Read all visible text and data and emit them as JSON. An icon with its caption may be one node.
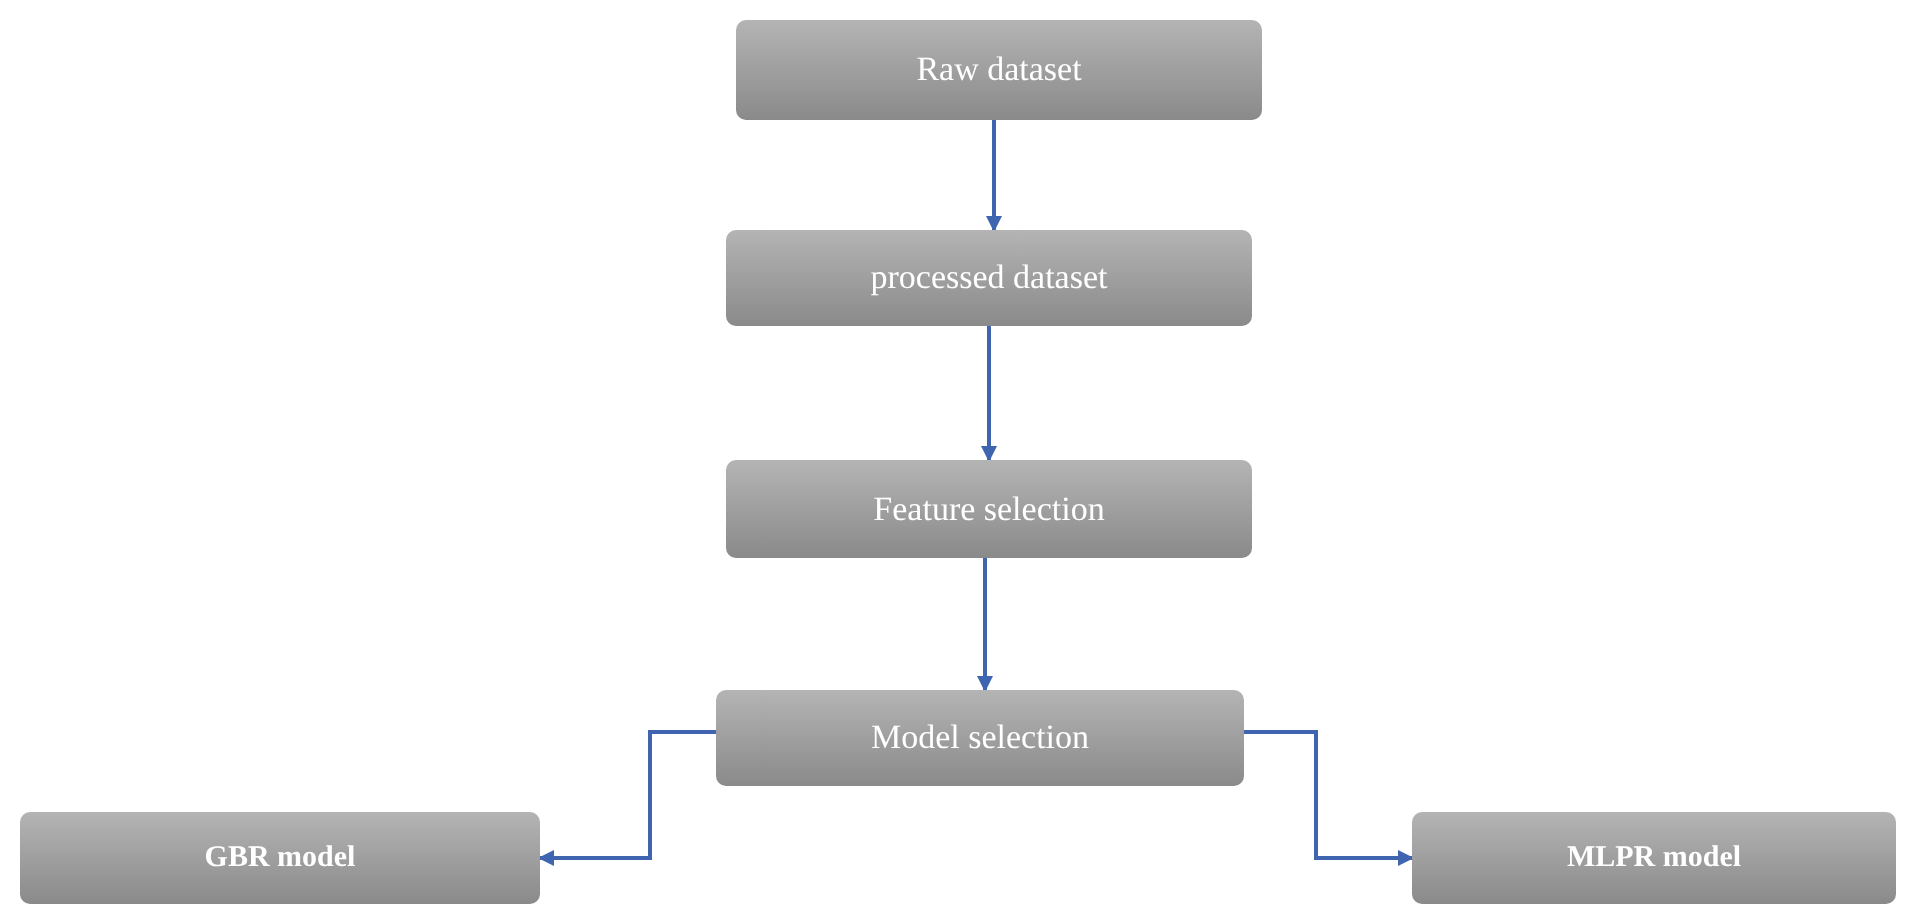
{
  "diagram": {
    "nodes": [
      {
        "text": [
          "Raw dataset"
        ]
      },
      {
        "text": [
          "processed dataset"
        ]
      },
      {
        "text": [
          "Feature selection"
        ]
      },
      {
        "text": [
          "Model selection"
        ]
      },
      {
        "text": [
          "GBR model"
        ]
      },
      {
        "text": [
          "MLPR model"
        ]
      }
    ],
    "edges": [
      {
        "from": 0,
        "to": 1,
        "arrow": "to"
      },
      {
        "from": 1,
        "to": 2,
        "arrow": "to"
      },
      {
        "from": 2,
        "to": 3,
        "arrow": "to"
      },
      {
        "from": 3,
        "to": 4,
        "arrow": "to"
      },
      {
        "from": 3,
        "to": 5,
        "arrow": "to"
      }
    ]
  }
}
